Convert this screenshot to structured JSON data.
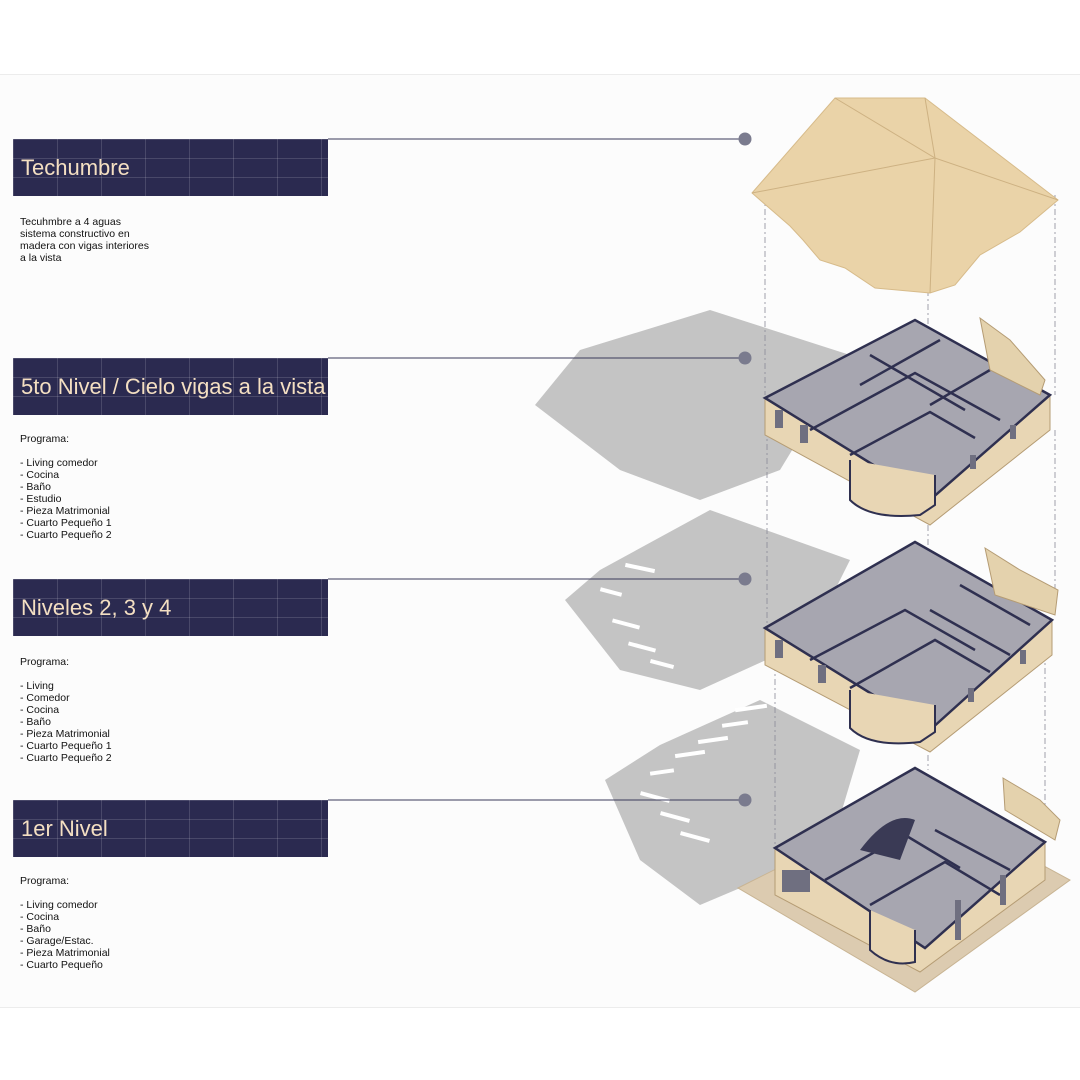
{
  "sections": {
    "roof": {
      "title": "Techumbre",
      "description": "Tecuhmbre a 4 aguas sistema constructivo en madera con vigas interiores a la vista"
    },
    "level5": {
      "title": "5to Nivel / Cielo vigas a la vista",
      "program_label": "Programa:",
      "program": [
        "- Living comedor",
        "- Cocina",
        "- Baño",
        "- Estudio",
        "- Pieza Matrimonial",
        "- Cuarto Pequeño 1",
        "- Cuarto Pequeño 2"
      ]
    },
    "levels234": {
      "title": "Niveles 2, 3 y 4",
      "program_label": "Programa:",
      "program": [
        "- Living",
        "- Comedor",
        "- Cocina",
        "- Baño",
        "- Pieza Matrimonial",
        "- Cuarto Pequeño 1",
        "- Cuarto Pequeño 2"
      ]
    },
    "level1": {
      "title": "1er Nivel",
      "program_label": "Programa:",
      "program": [
        "- Living comedor",
        "- Cocina",
        "- Baño",
        "- Garage/Estac.",
        "- Pieza Matrimonial",
        "- Cuarto Pequeño"
      ]
    }
  },
  "colors": {
    "header_bg": "#2b2a50",
    "header_text": "#f4dfc2",
    "leader_line": "#3a3a5a",
    "dot": "#7a7b8e",
    "roof": "#ead3a8",
    "wall": "#e8d6b4",
    "glass": "#9a9aa6",
    "frame": "#2f3050",
    "shadow": "#c4c4c4"
  }
}
